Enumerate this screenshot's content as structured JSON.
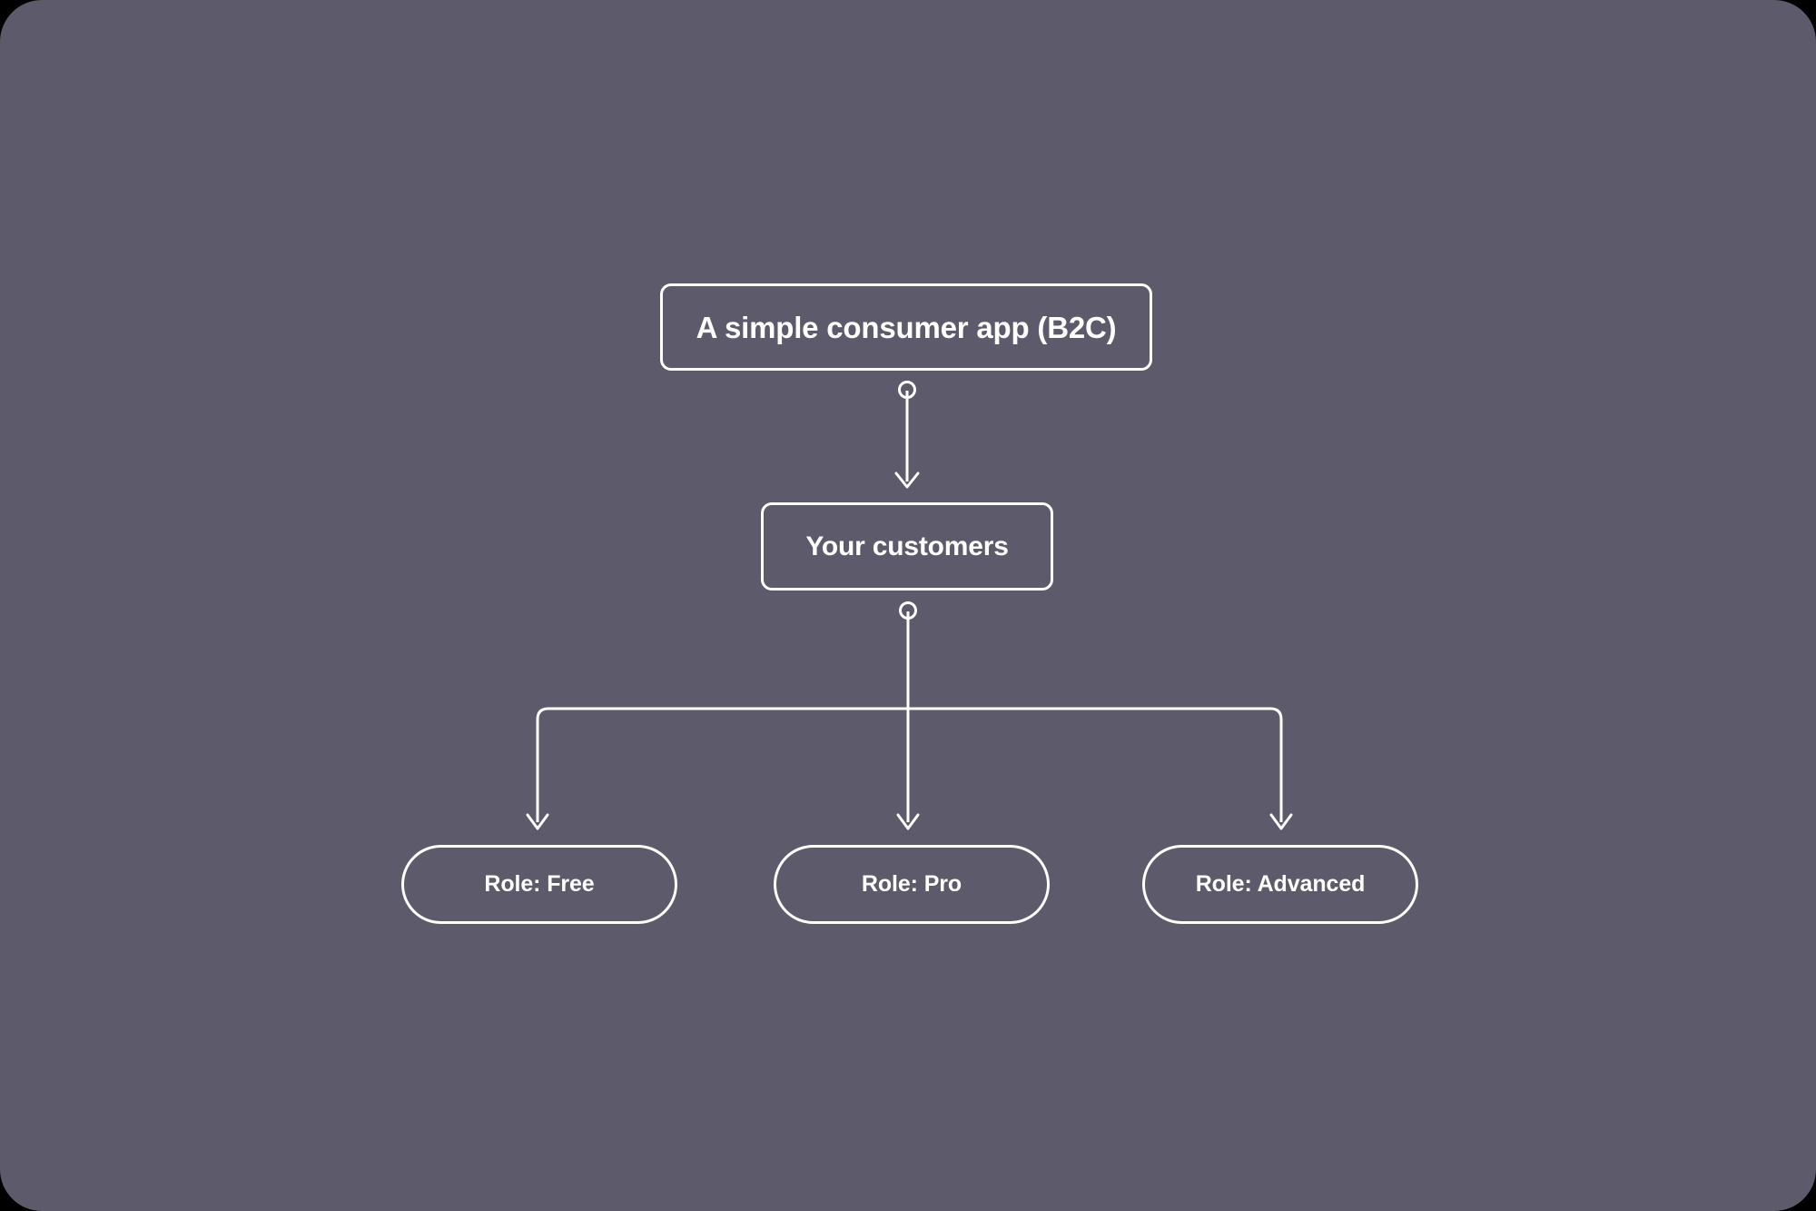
{
  "canvas": {
    "background_color": "#5d5b6b",
    "stroke_color": "#ffffff",
    "corner_radius": 46
  },
  "diagram": {
    "type": "flowchart",
    "orientation": "top-down",
    "nodes": [
      {
        "id": "root",
        "label": "A simple consumer app (B2C)",
        "shape": "rounded-rectangle"
      },
      {
        "id": "customers",
        "label": "Your customers",
        "shape": "rounded-rectangle"
      },
      {
        "id": "role-free",
        "label": "Role: Free",
        "shape": "pill"
      },
      {
        "id": "role-pro",
        "label": "Role: Pro",
        "shape": "pill"
      },
      {
        "id": "role-advanced",
        "label": "Role: Advanced",
        "shape": "pill"
      }
    ],
    "edges": [
      {
        "id": "edge-root-customers",
        "from": "root",
        "to": "customers",
        "source_marker": "circle",
        "target_marker": "arrow"
      },
      {
        "id": "edge-customers-free",
        "from": "customers",
        "to": "role-free",
        "source_marker": "circle",
        "target_marker": "arrow"
      },
      {
        "id": "edge-customers-pro",
        "from": "customers",
        "to": "role-pro",
        "source_marker": "circle",
        "target_marker": "arrow"
      },
      {
        "id": "edge-customers-advanced",
        "from": "customers",
        "to": "role-advanced",
        "source_marker": "circle",
        "target_marker": "arrow"
      }
    ]
  }
}
